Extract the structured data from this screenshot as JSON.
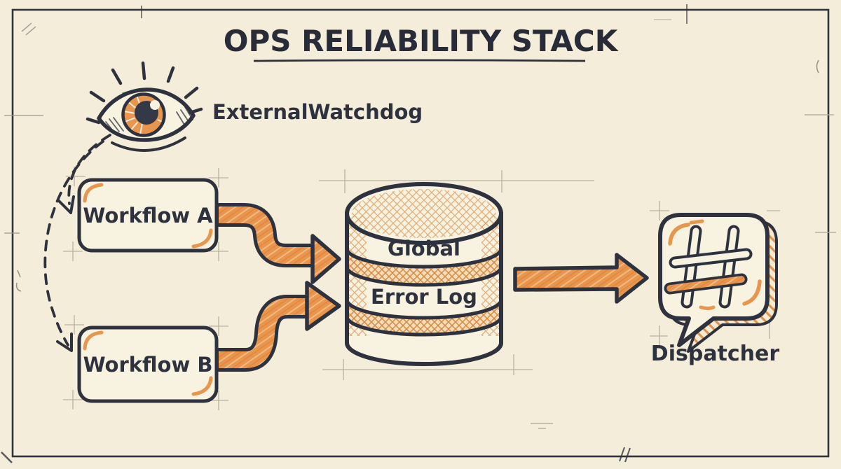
{
  "title": "OPS RELIABILITY STACK",
  "watchdog": {
    "icon": "eye-icon",
    "line1": "External",
    "line2": "Watchdog"
  },
  "nodes": {
    "workflow_a": {
      "label": "Workflow A"
    },
    "workflow_b": {
      "label": "Workflow B"
    },
    "error_log": {
      "icon": "database-icon",
      "line1": "Global",
      "line2": "Error Log"
    },
    "dispatcher": {
      "icon": "hashtag-speech-bubble-icon",
      "label": "Dispatcher"
    }
  },
  "connections": [
    {
      "from": "external-watchdog",
      "to": "workflow-a",
      "style": "dashed-curve-arrow"
    },
    {
      "from": "external-watchdog",
      "to": "workflow-b",
      "style": "dashed-curve-arrow"
    },
    {
      "from": "workflow-a",
      "to": "global-error-log",
      "style": "solid-orange-s-arrow"
    },
    {
      "from": "workflow-b",
      "to": "global-error-log",
      "style": "solid-orange-s-arrow"
    },
    {
      "from": "global-error-log",
      "to": "dispatcher",
      "style": "solid-orange-straight-arrow"
    }
  ],
  "colors": {
    "background": "#f4edda",
    "ink": "#2d323e",
    "accent_orange": "#e8964e",
    "accent_orange_light": "#f3bd85",
    "accent_orange_deep": "#d8893f",
    "guide_gray": "#b2ab9a",
    "panel_cream": "#f8f2e1"
  }
}
